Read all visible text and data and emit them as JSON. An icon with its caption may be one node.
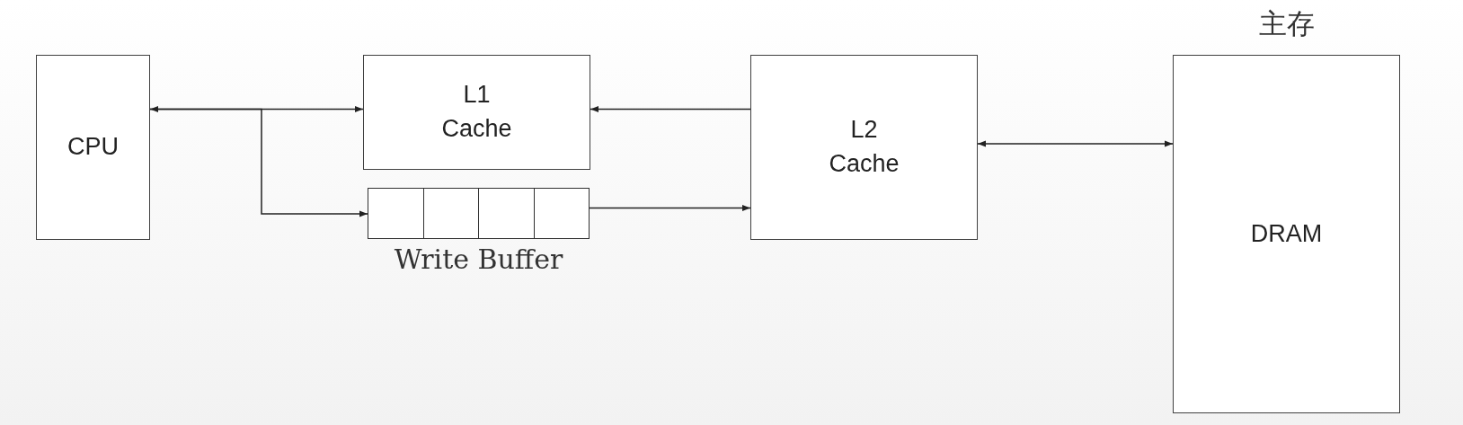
{
  "diagram": {
    "nodes": [
      {
        "text": [
          "CPU"
        ]
      },
      {
        "text": [
          "L1 Cache"
        ]
      },
      {
        "text": [
          "Write Buffer"
        ]
      },
      {
        "text": [
          "L2 Cache"
        ]
      },
      {
        "text": [
          "主存",
          "DRAM"
        ]
      }
    ],
    "edges": [
      {
        "from": 0,
        "to": 1,
        "arrow": "both"
      },
      {
        "from": 0,
        "to": 2,
        "arrow": "to"
      },
      {
        "from": 3,
        "to": 1,
        "arrow": "to"
      },
      {
        "from": 2,
        "to": 3,
        "arrow": "to"
      },
      {
        "from": 3,
        "to": 4,
        "arrow": "both"
      }
    ]
  }
}
